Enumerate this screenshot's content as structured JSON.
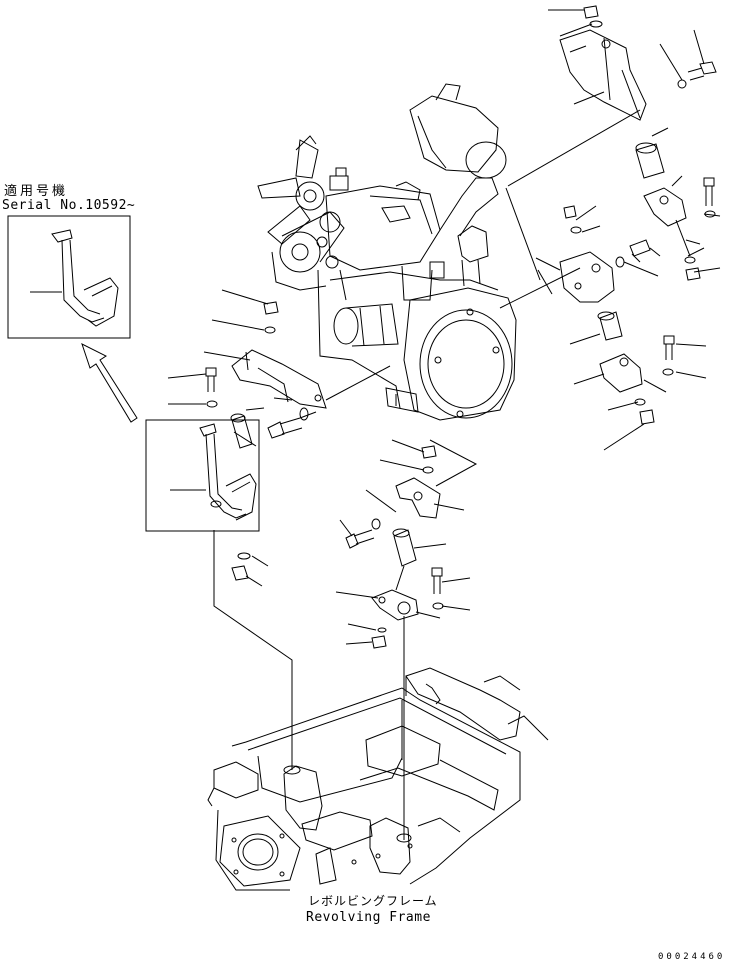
{
  "diagram": {
    "applicable_label_jp": "適用号機",
    "serial_label": "Serial No.10592~",
    "frame_label_jp": "レボルビングフレーム",
    "frame_label_en": "Revolving Frame",
    "drawing_code": "00024460"
  },
  "colors": {
    "line": "#000000",
    "background": "#ffffff"
  }
}
